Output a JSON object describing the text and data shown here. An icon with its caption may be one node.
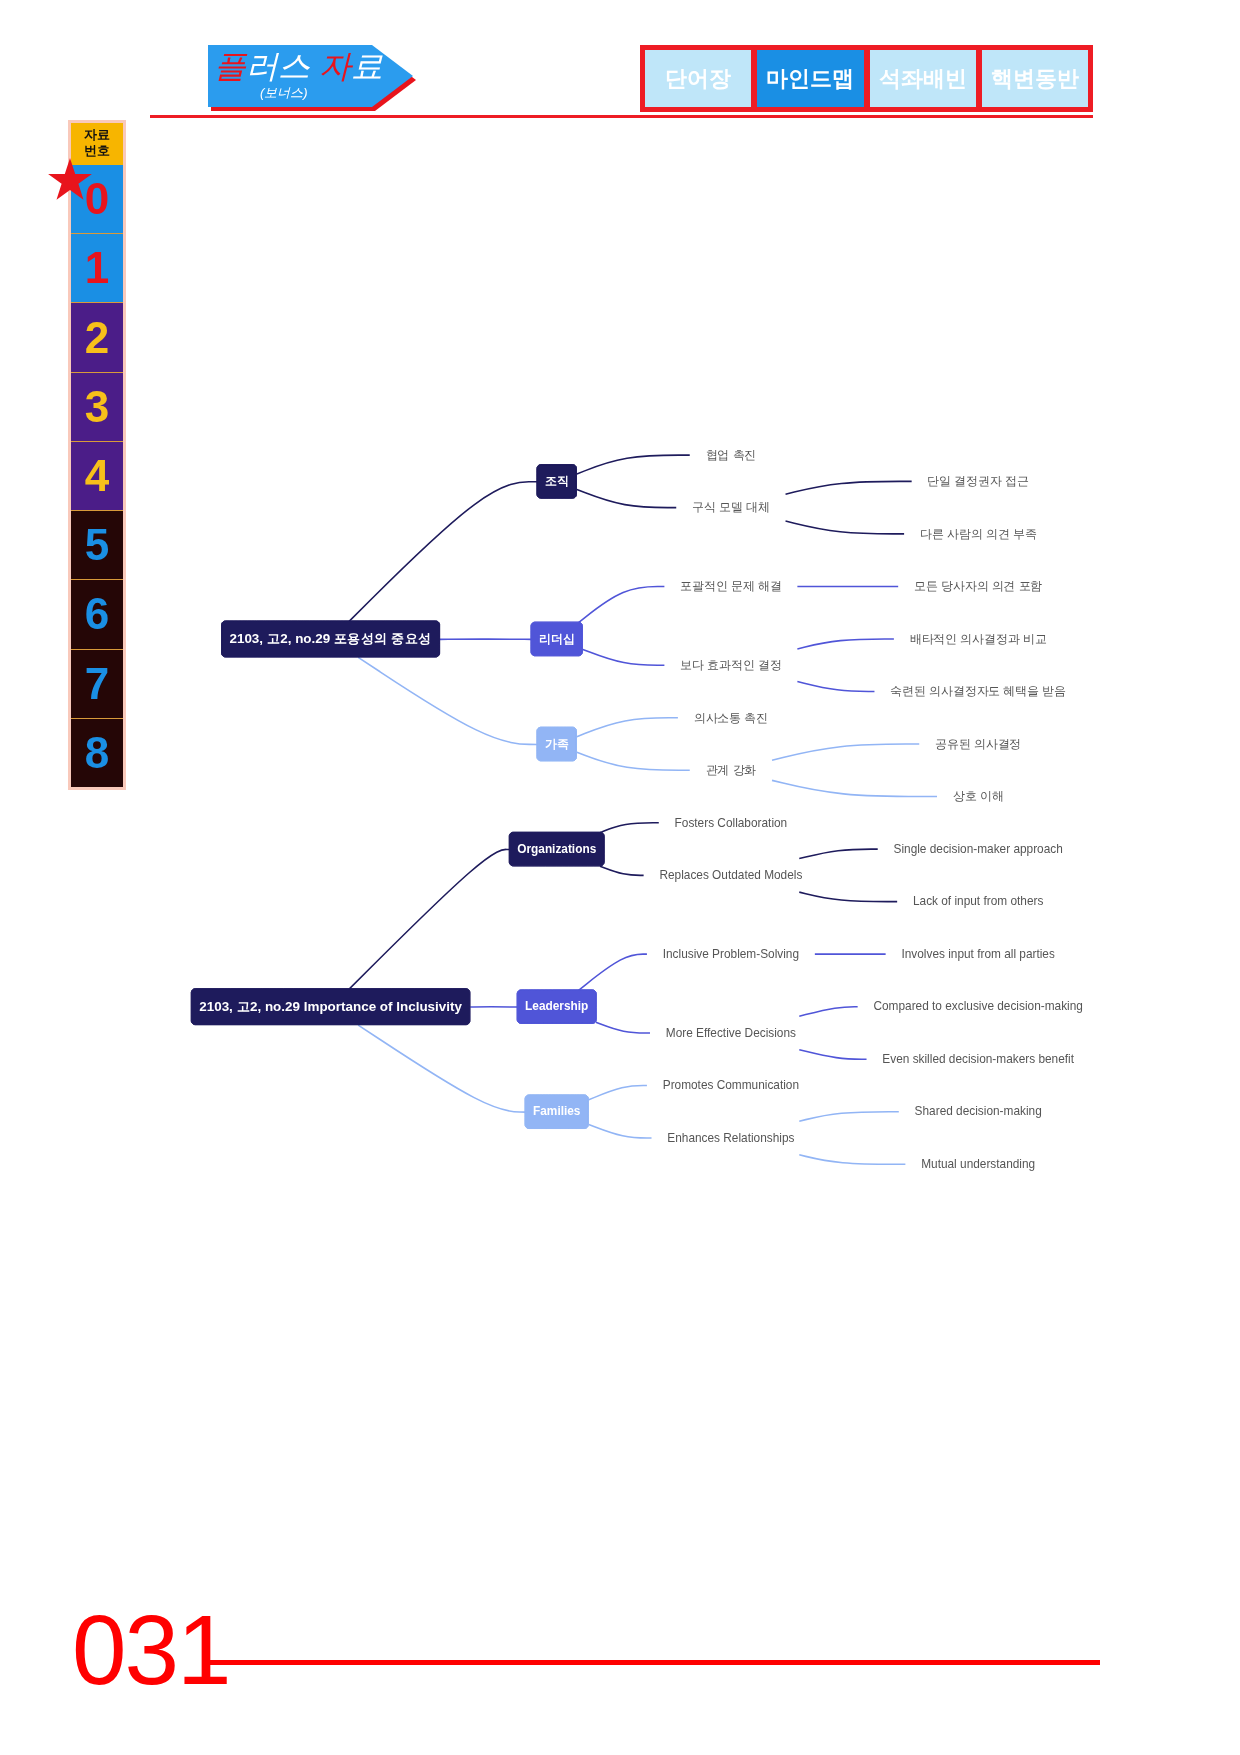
{
  "diagram": {
    "nodes": [
      {
        "text": [
          "2103, 고2, no.29 포용성의 중요성"
        ]
      },
      {
        "text": [
          "조직"
        ]
      },
      {
        "text": [
          "협업 촉진"
        ]
      },
      {
        "text": [
          "구식 모델 대체"
        ]
      },
      {
        "text": [
          "단일 결정권자 접근"
        ]
      },
      {
        "text": [
          "다른 사람의 의견 부족"
        ]
      },
      {
        "text": [
          "리더십"
        ]
      },
      {
        "text": [
          "포괄적인 문제 해결"
        ]
      },
      {
        "text": [
          "모든 당사자의 의견 포함"
        ]
      },
      {
        "text": [
          "보다 효과적인 결정"
        ]
      },
      {
        "text": [
          "배타적인 의사결정과 비교"
        ]
      },
      {
        "text": [
          "숙련된 의사결정자도 혜택을 받음"
        ]
      },
      {
        "text": [
          "가족"
        ]
      },
      {
        "text": [
          "의사소통 촉진"
        ]
      },
      {
        "text": [
          "관계 강화"
        ]
      },
      {
        "text": [
          "공유된 의사결정"
        ]
      },
      {
        "text": [
          "상호 이해"
        ]
      },
      {
        "text": [
          "2103, 고2, no.29 Importance of Inclusivity"
        ]
      },
      {
        "text": [
          "Organizations"
        ]
      },
      {
        "text": [
          "Fosters Collaboration"
        ]
      },
      {
        "text": [
          "Replaces Outdated Models"
        ]
      },
      {
        "text": [
          "Single decision-maker approach"
        ]
      },
      {
        "text": [
          "Lack of input from others"
        ]
      },
      {
        "text": [
          "Leadership"
        ]
      },
      {
        "text": [
          "Inclusive Problem-Solving"
        ]
      },
      {
        "text": [
          "Involves input from all parties"
        ]
      },
      {
        "text": [
          "More Effective Decisions"
        ]
      },
      {
        "text": [
          "Compared to exclusive decision-making"
        ]
      },
      {
        "text": [
          "Even skilled decision-makers benefit"
        ]
      },
      {
        "text": [
          "Families"
        ]
      },
      {
        "text": [
          "Promotes Communication"
        ]
      },
      {
        "text": [
          "Enhances Relationships"
        ]
      },
      {
        "text": [
          "Shared decision-making"
        ]
      },
      {
        "text": [
          "Mutual understanding"
        ]
      }
    ],
    "edges": [
      {
        "from": 0,
        "to": 1,
        "arrow": "none",
        "color": "#1e1b5c"
      },
      {
        "from": 1,
        "to": 2,
        "arrow": "none",
        "color": "#1e1b5c"
      },
      {
        "from": 1,
        "to": 3,
        "arrow": "none",
        "color": "#1e1b5c"
      },
      {
        "from": 3,
        "to": 4,
        "arrow": "none",
        "color": "#1e1b5c"
      },
      {
        "from": 3,
        "to": 5,
        "arrow": "none",
        "color": "#1e1b5c"
      },
      {
        "from": 0,
        "to": 6,
        "arrow": "none",
        "color": "#5055d8"
      },
      {
        "from": 6,
        "to": 7,
        "arrow": "none",
        "color": "#5055d8"
      },
      {
        "from": 7,
        "to": 8,
        "arrow": "none",
        "color": "#5055d8"
      },
      {
        "from": 6,
        "to": 9,
        "arrow": "none",
        "color": "#5055d8"
      },
      {
        "from": 9,
        "to": 10,
        "arrow": "none",
        "color": "#5055d8"
      },
      {
        "from": 9,
        "to": 11,
        "arrow": "none",
        "color": "#5055d8"
      },
      {
        "from": 0,
        "to": 12,
        "arrow": "none",
        "color": "#92b5f5"
      },
      {
        "from": 12,
        "to": 13,
        "arrow": "none",
        "color": "#92b5f5"
      },
      {
        "from": 12,
        "to": 14,
        "arrow": "none",
        "color": "#92b5f5"
      },
      {
        "from": 14,
        "to": 15,
        "arrow": "none",
        "color": "#92b5f5"
      },
      {
        "from": 14,
        "to": 16,
        "arrow": "none",
        "color": "#92b5f5"
      },
      {
        "from": 17,
        "to": 18,
        "arrow": "none",
        "color": "#1e1b5c"
      },
      {
        "from": 18,
        "to": 19,
        "arrow": "none",
        "color": "#1e1b5c"
      },
      {
        "from": 18,
        "to": 20,
        "arrow": "none",
        "color": "#1e1b5c"
      },
      {
        "from": 20,
        "to": 21,
        "arrow": "none",
        "color": "#1e1b5c"
      },
      {
        "from": 20,
        "to": 22,
        "arrow": "none",
        "color": "#1e1b5c"
      },
      {
        "from": 17,
        "to": 23,
        "arrow": "none",
        "color": "#5055d8"
      },
      {
        "from": 23,
        "to": 24,
        "arrow": "none",
        "color": "#5055d8"
      },
      {
        "from": 24,
        "to": 25,
        "arrow": "none",
        "color": "#5055d8"
      },
      {
        "from": 23,
        "to": 26,
        "arrow": "none",
        "color": "#5055d8"
      },
      {
        "from": 26,
        "to": 27,
        "arrow": "none",
        "color": "#5055d8"
      },
      {
        "from": 26,
        "to": 28,
        "arrow": "none",
        "color": "#5055d8"
      },
      {
        "from": 17,
        "to": 29,
        "arrow": "none",
        "color": "#92b5f5"
      },
      {
        "from": 29,
        "to": 30,
        "arrow": "none",
        "color": "#92b5f5"
      },
      {
        "from": 29,
        "to": 31,
        "arrow": "none",
        "color": "#92b5f5"
      },
      {
        "from": 31,
        "to": 32,
        "arrow": "none",
        "color": "#92b5f5"
      },
      {
        "from": 31,
        "to": 33,
        "arrow": "none",
        "color": "#92b5f5"
      }
    ],
    "labels": [
      "플러스 자료",
      "(보너스)",
      "단어장",
      "마인드맵",
      "석좌배빈",
      "핵변동반",
      "자료 번호",
      "0",
      "1",
      "2",
      "3",
      "4",
      "5",
      "6",
      "7",
      "8",
      "031"
    ]
  }
}
